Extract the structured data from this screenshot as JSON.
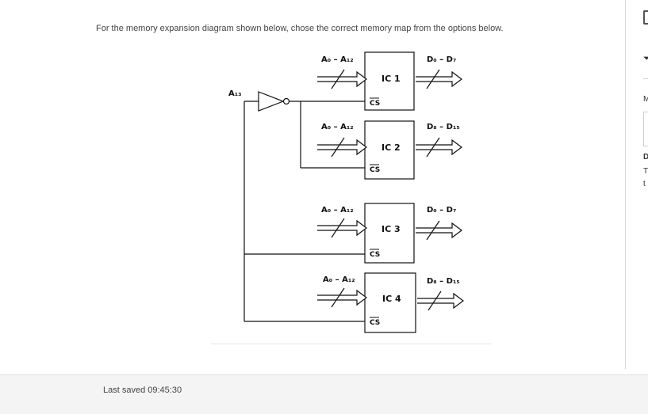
{
  "question": {
    "text": "For the memory expansion diagram shown below, chose the correct memory map from the options below."
  },
  "diagram": {
    "input_label": "A₁₃",
    "cs_label": "CS",
    "ics": [
      {
        "name": "IC 1",
        "addr": "A₀ – A₁₂",
        "data": "D₀ – D₇"
      },
      {
        "name": "IC 2",
        "addr": "A₀ – A₁₂",
        "data": "D₈ – D₁₅"
      },
      {
        "name": "IC 3",
        "addr": "A₀ – A₁₂",
        "data": "D₀ – D₇"
      },
      {
        "name": "IC 4",
        "addr": "A₀ – A₁₂",
        "data": "D₈ – D₁₅"
      }
    ]
  },
  "right_panel": {
    "chars": [
      "M",
      "D",
      "T",
      "t"
    ],
    "filter_glyph": "⏷"
  },
  "footer": {
    "last_saved": "Last saved 09:45:30"
  }
}
